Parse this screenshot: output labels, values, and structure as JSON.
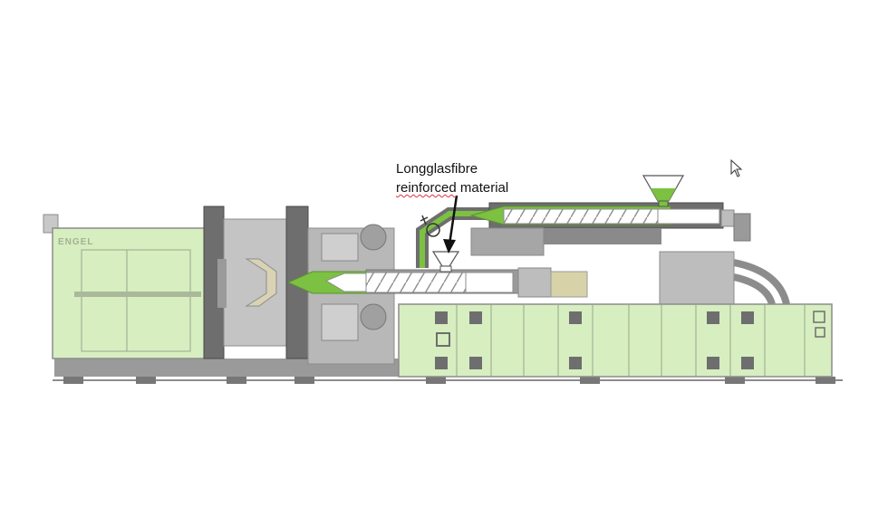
{
  "callout": {
    "line1": "Longglasfibre",
    "line2_underlined": "reinforced",
    "line2_rest": " material"
  },
  "machine": {
    "brand_text": "ENGEL"
  },
  "colors": {
    "machine_green": "#d7eec0",
    "melt_green": "#7cc142",
    "dark_grey": "#6e6e6e",
    "grey": "#bdbdbd",
    "outline": "#8c8c8c"
  },
  "icons": [
    "mouse-pointer-icon",
    "shutoff-valve-icon",
    "arrow-icon"
  ]
}
